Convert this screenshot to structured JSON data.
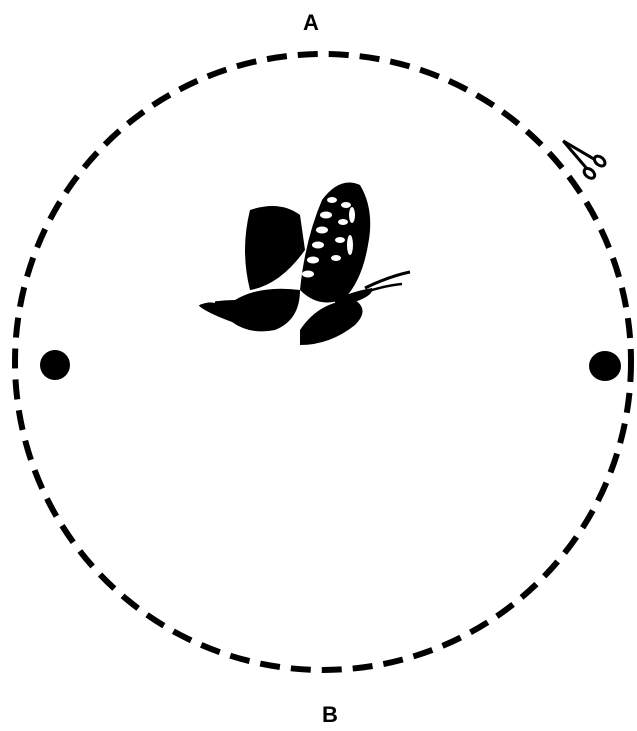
{
  "labels": {
    "top": "A",
    "bottom": "B"
  },
  "icons": [
    "scissors-icon",
    "butterfly-icon",
    "hole-dot-left",
    "hole-dot-right"
  ],
  "colors": {
    "ink": "#000000",
    "background": "#ffffff"
  }
}
